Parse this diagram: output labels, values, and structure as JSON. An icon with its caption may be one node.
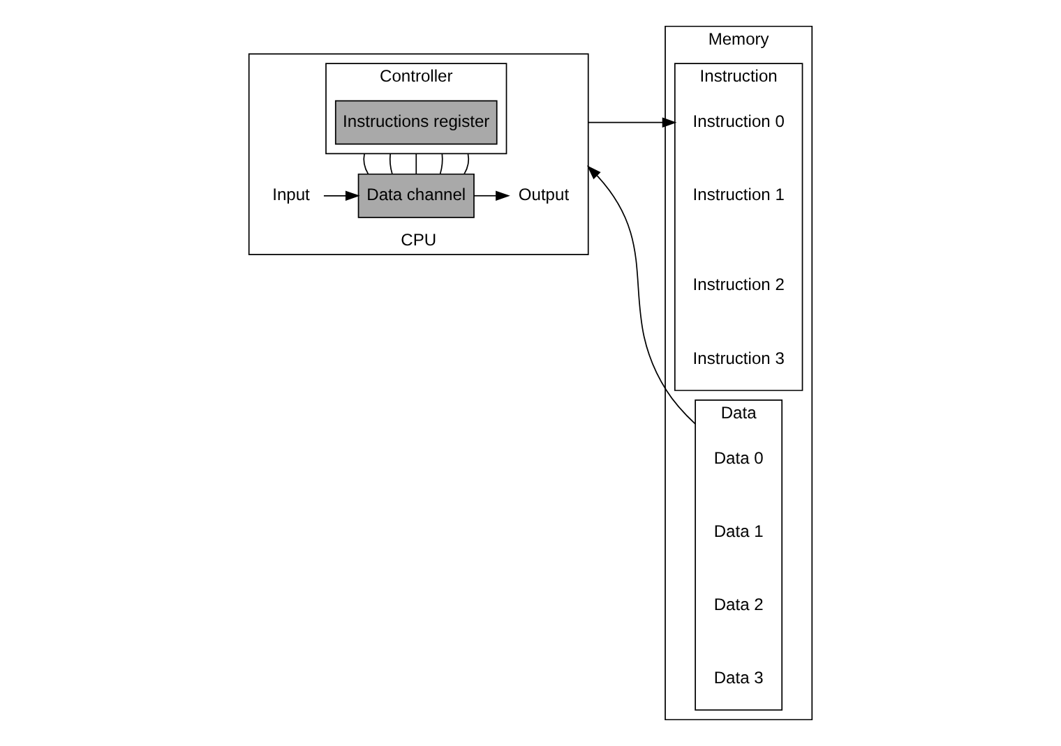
{
  "diagram": {
    "nodes": [
      {
        "text": [
          "CPU"
        ]
      },
      {
        "text": [
          "Controller"
        ],
        "in": 0
      },
      {
        "text": [
          "Instructions register"
        ],
        "in": 1
      },
      {
        "text": [
          "Data channel"
        ],
        "in": 0
      },
      {
        "text": [
          "Input"
        ],
        "in": 0
      },
      {
        "text": [
          "Output"
        ],
        "in": 0
      },
      {
        "text": [
          "Memory"
        ]
      },
      {
        "text": [
          "Instruction"
        ],
        "in": 6
      },
      {
        "text": [
          "Instruction 0"
        ],
        "in": 7
      },
      {
        "text": [
          "Instruction 1"
        ],
        "in": 7
      },
      {
        "text": [
          "Instruction 2"
        ],
        "in": 7
      },
      {
        "text": [
          "Instruction 3"
        ],
        "in": 7
      },
      {
        "text": [
          "Data"
        ],
        "in": 6
      },
      {
        "text": [
          "Data 0"
        ],
        "in": 12
      },
      {
        "text": [
          "Data 1"
        ],
        "in": 12
      },
      {
        "text": [
          "Data 2"
        ],
        "in": 12
      },
      {
        "text": [
          "Data 3"
        ],
        "in": 12
      }
    ],
    "edges": [
      {
        "from": 1,
        "to": 3,
        "arrow": "none"
      },
      {
        "from": 1,
        "to": 3,
        "arrow": "none"
      },
      {
        "from": 1,
        "to": 3,
        "arrow": "none"
      },
      {
        "from": 1,
        "to": 3,
        "arrow": "none"
      },
      {
        "from": 1,
        "to": 3,
        "arrow": "none"
      },
      {
        "from": 4,
        "to": 3,
        "arrow": "to"
      },
      {
        "from": 3,
        "to": 5,
        "arrow": "to"
      },
      {
        "from": 0,
        "to": 7,
        "arrow": "to"
      },
      {
        "from": 12,
        "to": 0,
        "arrow": "to"
      }
    ]
  }
}
